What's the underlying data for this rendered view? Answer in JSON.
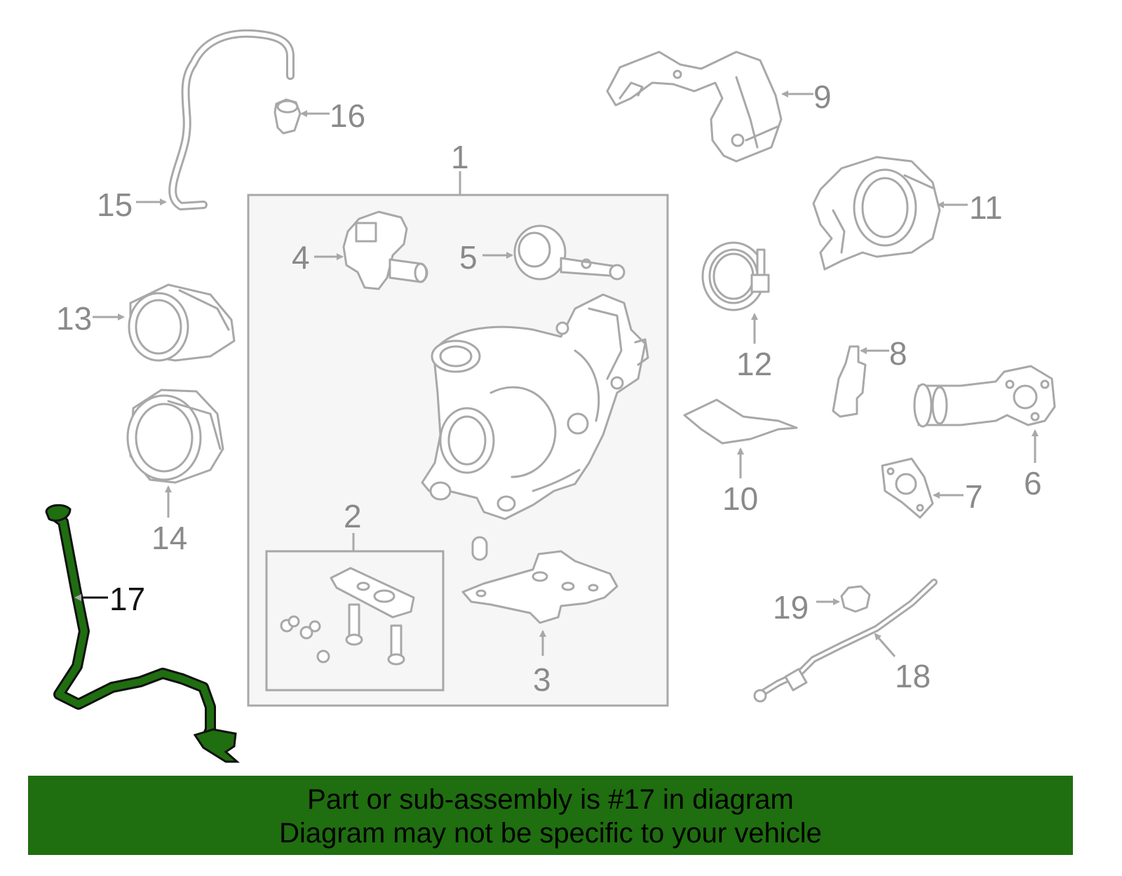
{
  "diagram": {
    "callouts": [
      "1",
      "2",
      "3",
      "4",
      "5",
      "6",
      "7",
      "8",
      "9",
      "10",
      "11",
      "12",
      "13",
      "14",
      "15",
      "16",
      "17",
      "18",
      "19"
    ],
    "highlighted_part": "17",
    "colors": {
      "highlight": "#1f6e10",
      "parts": "#a8a8a8",
      "labels": "#8a8a8a",
      "box_fill": "#f6f6f6"
    }
  },
  "banner": {
    "line1": "Part or sub-assembly is #17 in diagram",
    "line2": "Diagram may not be specific to your vehicle"
  }
}
